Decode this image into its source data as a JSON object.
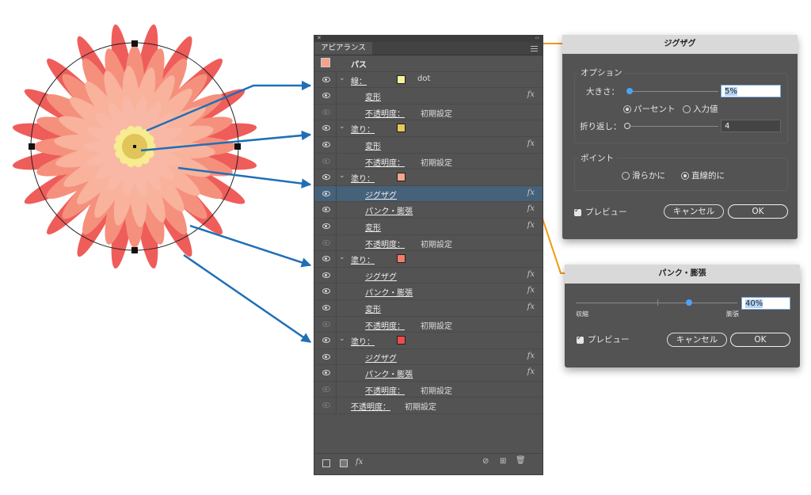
{
  "panel": {
    "tab": "アピアランス",
    "rows": [
      {
        "type": "header",
        "label": "パス"
      },
      {
        "type": "attr",
        "label": "線：",
        "swatch": "#f6f19c",
        "value": "dot"
      },
      {
        "type": "effect",
        "label": "変形"
      },
      {
        "type": "opacity",
        "label": "不透明度：",
        "value": "初期設定"
      },
      {
        "type": "attr",
        "label": "塗り：",
        "swatch": "#e8c85a"
      },
      {
        "type": "effect",
        "label": "変形"
      },
      {
        "type": "opacity",
        "label": "不透明度：",
        "value": "初期設定"
      },
      {
        "type": "attr",
        "label": "塗り：",
        "swatch": "#f7a58e"
      },
      {
        "type": "effect",
        "label": "ジグザグ",
        "selected": true
      },
      {
        "type": "effect",
        "label": "パンク・膨張"
      },
      {
        "type": "effect",
        "label": "変形"
      },
      {
        "type": "opacity",
        "label": "不透明度：",
        "value": "初期設定"
      },
      {
        "type": "attr",
        "label": "塗り：",
        "swatch": "#f47c6a"
      },
      {
        "type": "effect",
        "label": "ジグザグ"
      },
      {
        "type": "effect",
        "label": "パンク・膨張"
      },
      {
        "type": "effect",
        "label": "変形"
      },
      {
        "type": "opacity",
        "label": "不透明度：",
        "value": "初期設定"
      },
      {
        "type": "attr",
        "label": "塗り：",
        "swatch": "#ee4c4c"
      },
      {
        "type": "effect",
        "label": "ジグザグ"
      },
      {
        "type": "effect",
        "label": "パンク・膨張"
      },
      {
        "type": "opacity",
        "label": "不透明度：",
        "value": "初期設定"
      },
      {
        "type": "global",
        "label": "不透明度：",
        "value": "初期設定"
      }
    ],
    "fx_label": "fx"
  },
  "zigzag": {
    "title": "ジグザグ",
    "options_label": "オプション",
    "size_label": "大きさ：",
    "size_value": "5%",
    "size_slider": 0.03,
    "percent_label": "パーセント",
    "absolute_label": "入力値",
    "ridges_label": "折り返し：",
    "ridges_value": "4",
    "ridges_slider": 0.0,
    "points_label": "ポイント",
    "smooth_label": "滑らかに",
    "corner_label": "直線的に",
    "preview_label": "プレビュー",
    "cancel_label": "キャンセル",
    "ok_label": "OK"
  },
  "pucker": {
    "title": "パンク・膨張",
    "value": "40%",
    "slider": 0.7,
    "left_label": "収縮",
    "right_label": "膨張",
    "preview_label": "プレビュー",
    "cancel_label": "キャンセル",
    "ok_label": "OK"
  },
  "colors": {
    "blue_arrow": "#1f6fb7",
    "orange_connector": "#f29a12",
    "selection": "#46617a"
  }
}
